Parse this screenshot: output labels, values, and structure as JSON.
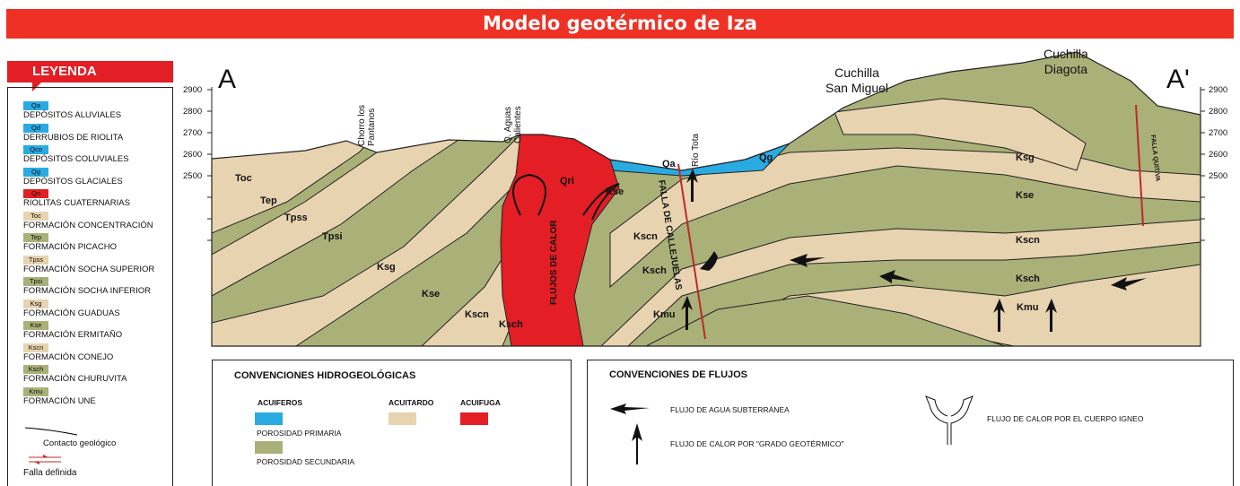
{
  "title": "Modelo geotérmico de Iza",
  "legend": {
    "header": "LEYENDA",
    "items": [
      {
        "code": "Qa",
        "label": "DEPÓSITOS ALUVIALES",
        "color": "#29abe2"
      },
      {
        "code": "Qd",
        "label": "DERRUBIOS DE RIOLITA",
        "color": "#29abe2"
      },
      {
        "code": "Qco",
        "label": "DEPÓSITOS COLUVIALES",
        "color": "#29abe2"
      },
      {
        "code": "Qg",
        "label": "DEPÓSITOS GLACIALES",
        "color": "#29abe2"
      },
      {
        "code": "Qri",
        "label": "RIOLITAS CUATERNARIAS",
        "color": "#e31e24"
      },
      {
        "code": "Toc",
        "label": "FORMACIÓN CONCENTRACIÓN",
        "color": "#e8d3b0"
      },
      {
        "code": "Tep",
        "label": "FORMACIÓN PICACHO",
        "color": "#a9b178"
      },
      {
        "code": "Tpss",
        "label": "FORMACIÓN SOCHA SUPERIOR",
        "color": "#e8d3b0"
      },
      {
        "code": "Tpsi",
        "label": "FORMACIÓN SOCHA INFERIOR",
        "color": "#a9b178"
      },
      {
        "code": "Ksg",
        "label": "FORMACIÓN GUADUAS",
        "color": "#e8d3b0"
      },
      {
        "code": "Kse",
        "label": "FORMACIÓN ERMITAÑO",
        "color": "#a9b178"
      },
      {
        "code": "Kscn",
        "label": "FORMACIÓN CONEJO",
        "color": "#e8d3b0"
      },
      {
        "code": "Ksch",
        "label": "FORMACIÓN CHURUVITA",
        "color": "#a9b178"
      },
      {
        "code": "Kmu",
        "label": "FORMACIÓN UNE",
        "color": "#a9b178"
      }
    ],
    "contact_label": "Contacto geológico",
    "fault_label": "Falla definida"
  },
  "section": {
    "left_label": "A",
    "right_label": "A'",
    "elevations": [
      "2900",
      "2800",
      "2700",
      "2600",
      "2500"
    ],
    "places": {
      "chorro_1": "Chorro los",
      "chorro_2": "Pantanos",
      "qaguas_1": "Q. Aguas",
      "qaguas_2": "Calientes",
      "rio_tota": "Río Tota",
      "miguel_1": "Cuchilla",
      "miguel_2": "San Miguel",
      "diagota_1": "Cuchilla",
      "diagota_2": "Diagota"
    },
    "units": {
      "toc": "Toc",
      "tep": "Tep",
      "tpss": "Tpss",
      "tpsi": "Tpsi",
      "ksg_l": "Ksg",
      "kse_l": "Kse",
      "kscn_l": "Kscn",
      "ksch_l": "Ksch",
      "qri": "Qri",
      "kse_m": "Kse",
      "kscn_m": "Kscn",
      "ksch_m": "Ksch",
      "kmu_m": "Kmu",
      "qa": "Qa",
      "qg": "Qg",
      "ksg_r": "Ksg",
      "kse_r": "Kse",
      "kscn_r": "Kscn",
      "ksch_r": "Ksch",
      "kmu_r": "Kmu"
    },
    "flujos_calor": "FLUJOS DE CALOR",
    "falla_callejuelas": "FALLA DE CALLEJUELAS",
    "falla_quitiva": "FALLA QUITIVA"
  },
  "hydro": {
    "title": "CONVENCIONES HIDROGEOLÓGICAS",
    "acuiferos": "ACUIFEROS",
    "acuitardo": "ACUITARDO",
    "acuifuga": "ACUIFUGA",
    "porosidad_primaria": "POROSIDAD PRIMARIA",
    "porosidad_secundaria": "POROSIDAD SECUNDARIA"
  },
  "flows": {
    "title": "CONVENCIONES DE FLUJOS",
    "agua": "FLUJO DE AGUA SUBTERRÁNEA",
    "grado": "FLUJO DE CALOR POR \"GRADO GEOTÉRMICO\"",
    "igneo": "FLUJO DE CALOR POR EL CUERPO IGNEO"
  },
  "colors": {
    "red": "#e31e24",
    "blue": "#29abe2",
    "tan": "#e8d3b0",
    "olive": "#a9b178"
  }
}
